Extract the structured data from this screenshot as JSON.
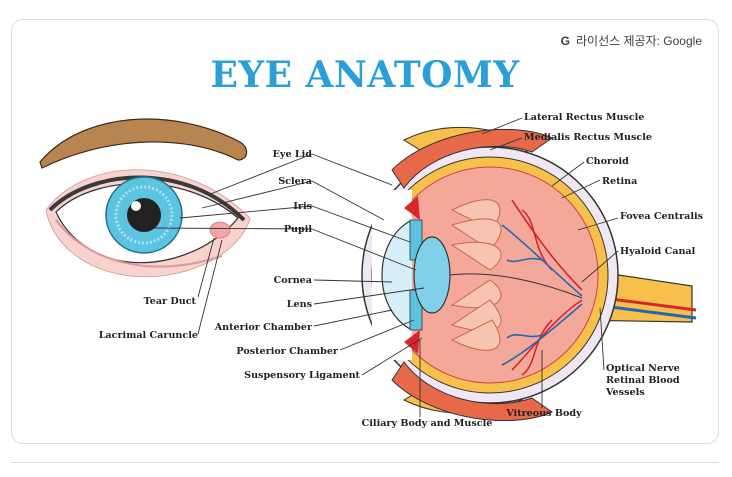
{
  "license_text": "라이선스 제공자: Google",
  "license_icon": "google-g-icon",
  "title": "EYE ANATOMY",
  "labels": {
    "eye_lid": "Eye Lid",
    "sclera": "Sclera",
    "iris": "Iris",
    "pupil": "Pupil",
    "tear_duct": "Tear Duct",
    "lacrimal_caruncle": "Lacrimal Caruncle",
    "cornea": "Cornea",
    "lens": "Lens",
    "anterior_chamber": "Anterior Chamber",
    "posterior_chamber": "Posterior Chamber",
    "suspensory_ligament": "Suspensory Ligament",
    "ciliary_body": "Ciliary Body and Muscle",
    "lateral_rectus": "Lateral Rectus Muscle",
    "medialis_rectus": "Medialis Rectus Muscle",
    "choroid": "Choroid",
    "retina": "Retina",
    "fovea": "Fovea Centralis",
    "hyaloid": "Hyaloid Canal",
    "optical_nerve_1": "Optical Nerve",
    "optical_nerve_2": "Retinal Blood",
    "optical_nerve_3": "Vessels",
    "vitreous": "Vitreous Body"
  },
  "colors": {
    "title": "#2a9fd8",
    "iris": "#5cc3e0",
    "sclera": "#fbe3e0",
    "muscle": "#e8684a",
    "fat": "#f7c04a",
    "vessel_red": "#d8262c",
    "vessel_blue": "#2467b4"
  }
}
